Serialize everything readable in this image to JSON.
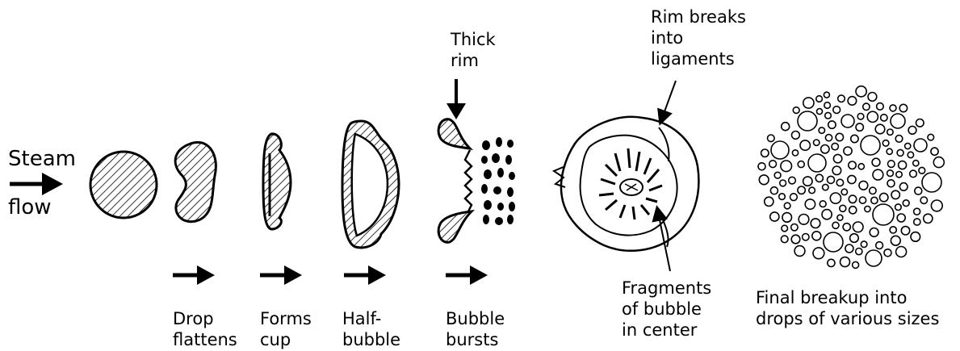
{
  "labels": {
    "steam_flow": "Steam\n\nflow",
    "thick_rim": "Thick\nrim",
    "rim_breaks": "Rim breaks\ninto\nligaments",
    "fragments": "Fragments\nof bubble\nin center",
    "final_breakup": "Final breakup into\ndrops of various sizes"
  },
  "stages": [
    {
      "caption": "Drop\nflattens"
    },
    {
      "caption": "Forms\ncup"
    },
    {
      "caption": "Half-\nbubble"
    },
    {
      "caption": "Bubble\nbursts"
    }
  ]
}
